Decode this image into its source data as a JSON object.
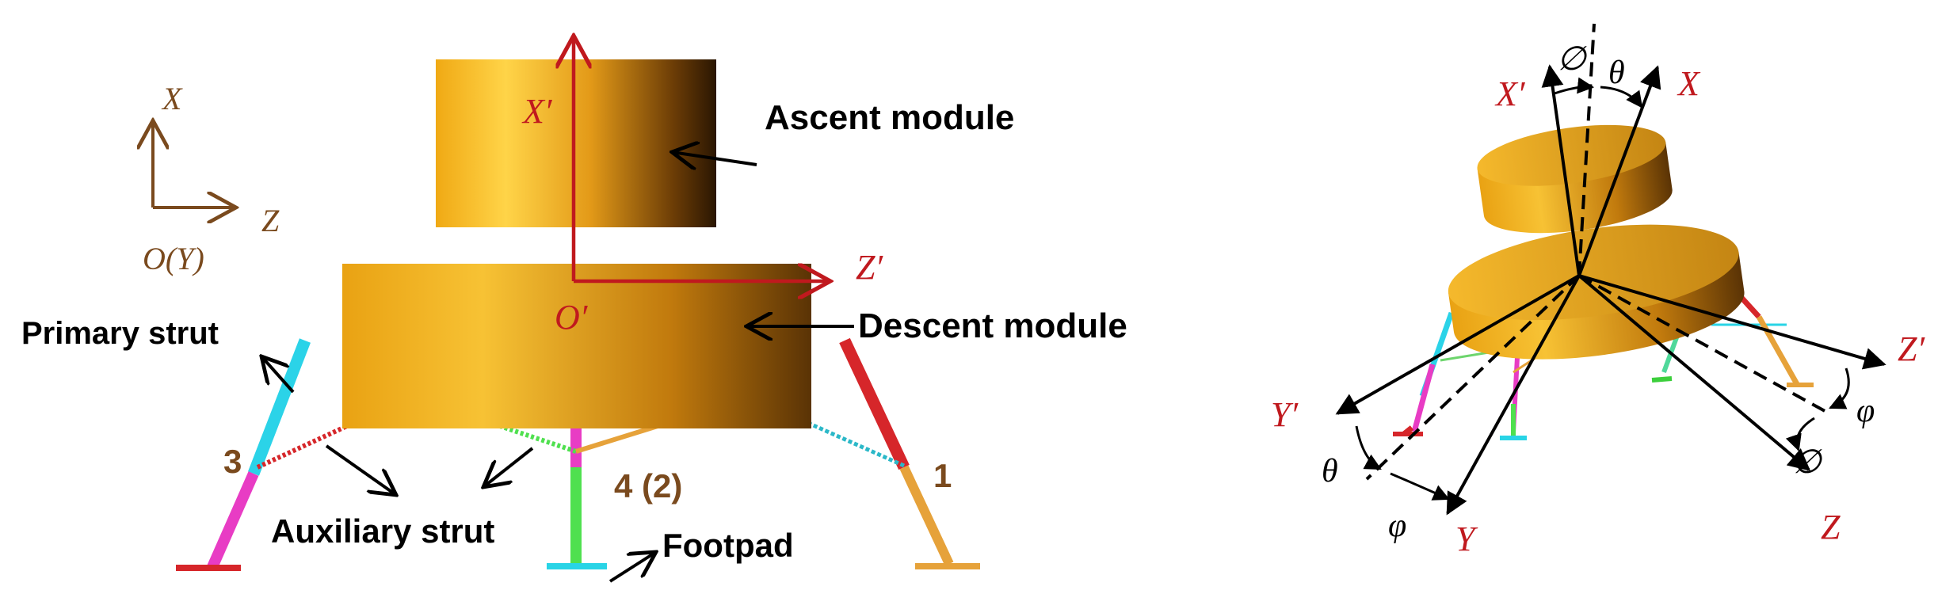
{
  "left_figure": {
    "ref_axes": {
      "x": "X",
      "z": "Z",
      "origin": "O(Y)"
    },
    "body_axes": {
      "x": "X′",
      "z": "Z′",
      "origin": "O′"
    },
    "labels": {
      "ascent": "Ascent module",
      "descent": "Descent module",
      "primary": "Primary strut",
      "auxiliary": "Auxiliary strut",
      "footpad": "Footpad"
    },
    "leg_numbers": {
      "leg1": "1",
      "leg3": "3",
      "leg4": "4 (2)"
    }
  },
  "right_figure": {
    "axes": {
      "x_prime": "X′",
      "x": "X",
      "y_prime": "Y′",
      "y": "Y",
      "z_prime": "Z′",
      "z": "Z"
    },
    "angles": {
      "phi_upper": "∅",
      "theta_upper": "θ",
      "theta_left": "θ",
      "varphi_left": "φ",
      "varphi_right": "φ",
      "phi_right": "∅"
    }
  },
  "colors": {
    "module_gold": "#f2b01e",
    "axis_red": "#c0191e",
    "ref_brown": "#7a4a1e",
    "strut_cyan": "#29d4e6",
    "strut_magenta": "#e83cc4",
    "strut_red": "#d6262a",
    "strut_orange": "#e6a23a",
    "strut_green": "#4fe04f"
  }
}
